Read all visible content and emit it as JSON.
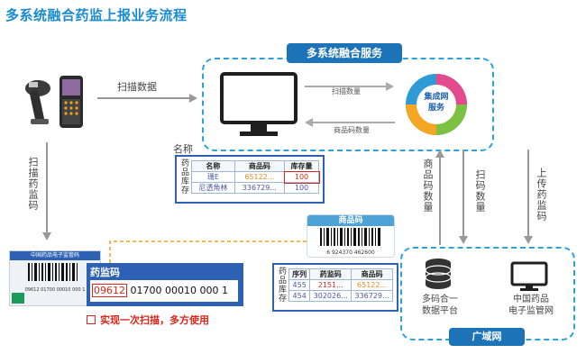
{
  "title": "多系统融合药监上报业务流程",
  "service_box": {
    "label": "多系统融合服务"
  },
  "scan_data_label": "扫描数据",
  "arrow_scan_count": "扫描数量",
  "arrow_code_count": "商品码数量",
  "cloud": {
    "line1": "集成网",
    "line2": "服务"
  },
  "name_label": "名称",
  "inventory_table": {
    "side_label": "药品库存",
    "headers": [
      "名称",
      "商品码",
      "库存量"
    ],
    "rows": [
      [
        "珊E",
        "65122...",
        "100"
      ],
      [
        "尼透角林",
        "336729...",
        "100"
      ]
    ]
  },
  "left_vertical_label": "扫描药监码",
  "mid_vertical_labels": [
    "商品码数量",
    "扫码数量",
    "上传药监码"
  ],
  "barcode_card": {
    "title": "商品码",
    "number": "6 924370 462600"
  },
  "drug_code": {
    "label_strip": "中国药品电子监管码",
    "panel_title": "药监码",
    "highlight": "09612",
    "rest": "01700 00010 000 1",
    "strip_number": "09612 01700 00010 000 1"
  },
  "slogan": "实现一次扫描，多方使用",
  "bottom_table": {
    "side_label": "药品库存",
    "headers": [
      "序列",
      "药监码",
      "商品码"
    ],
    "rows": [
      [
        "455",
        "2151...",
        "65122..."
      ],
      [
        "454",
        "302026...",
        "336729..."
      ]
    ]
  },
  "wan": {
    "label": "广域网",
    "platform1": [
      "多码合一",
      "数据平台"
    ],
    "platform2": [
      "中国药品",
      "电子监管网"
    ]
  },
  "colors": {
    "accent": "#1a8bd0",
    "dark_blue": "#1d73b8",
    "panel": "#2c61b4",
    "red": "#d8261b",
    "orange": "#e88a13"
  }
}
